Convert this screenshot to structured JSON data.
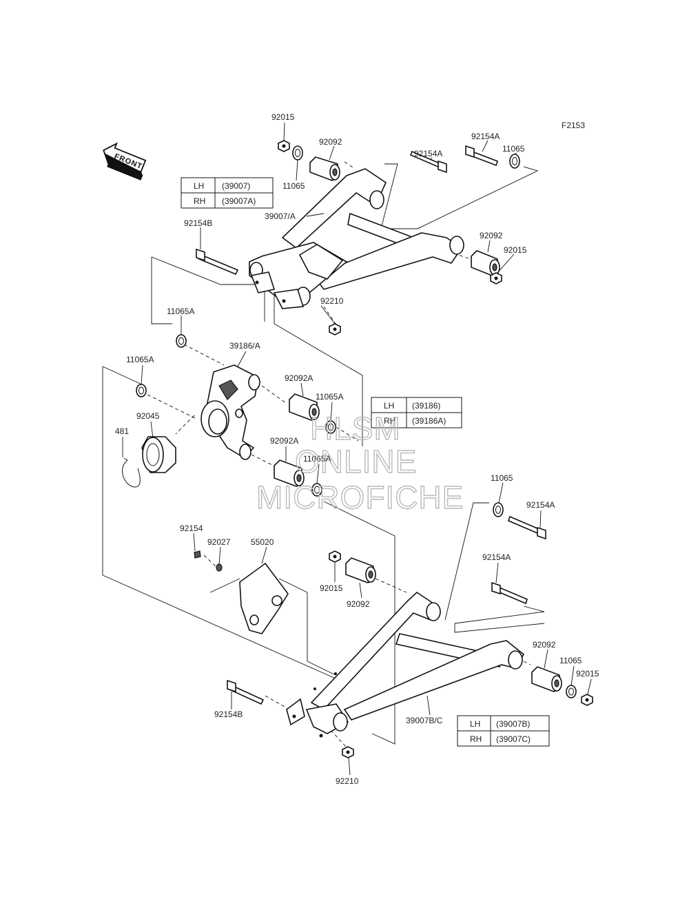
{
  "figure_code": "F2153",
  "front_label": "FRONT",
  "watermark": {
    "line1": "HLSM",
    "line2": "ONLINE",
    "line3": "MICROFICHE"
  },
  "tables": [
    {
      "rows": [
        {
          "side": "LH",
          "part": "(39007)"
        },
        {
          "side": "RH",
          "part": "(39007A)"
        }
      ]
    },
    {
      "rows": [
        {
          "side": "LH",
          "part": "(39186)"
        },
        {
          "side": "RH",
          "part": "(39186A)"
        }
      ]
    },
    {
      "rows": [
        {
          "side": "LH",
          "part": "(39007B)"
        },
        {
          "side": "RH",
          "part": "(39007C)"
        }
      ]
    }
  ],
  "labels": {
    "l01": "92015",
    "l02": "92092",
    "l03": "11065",
    "l04": "92154A",
    "l05": "92154A",
    "l06": "11065",
    "l07": "39007/A",
    "l08": "92154B",
    "l09": "92092",
    "l10": "92015",
    "l11": "92210",
    "l12": "11065A",
    "l13": "39186/A",
    "l14": "11065A",
    "l15": "92092A",
    "l16": "11065A",
    "l17": "92045",
    "l18": "481",
    "l19": "92092A",
    "l20": "11065A",
    "l21": "11065",
    "l22": "92154A",
    "l23": "92154",
    "l24": "92027",
    "l25": "55020",
    "l26": "92154A",
    "l27": "92015",
    "l28": "92092",
    "l29": "92092",
    "l30": "11065",
    "l31": "92015",
    "l32": "92154B",
    "l33": "39007B/C",
    "l34": "92210"
  }
}
